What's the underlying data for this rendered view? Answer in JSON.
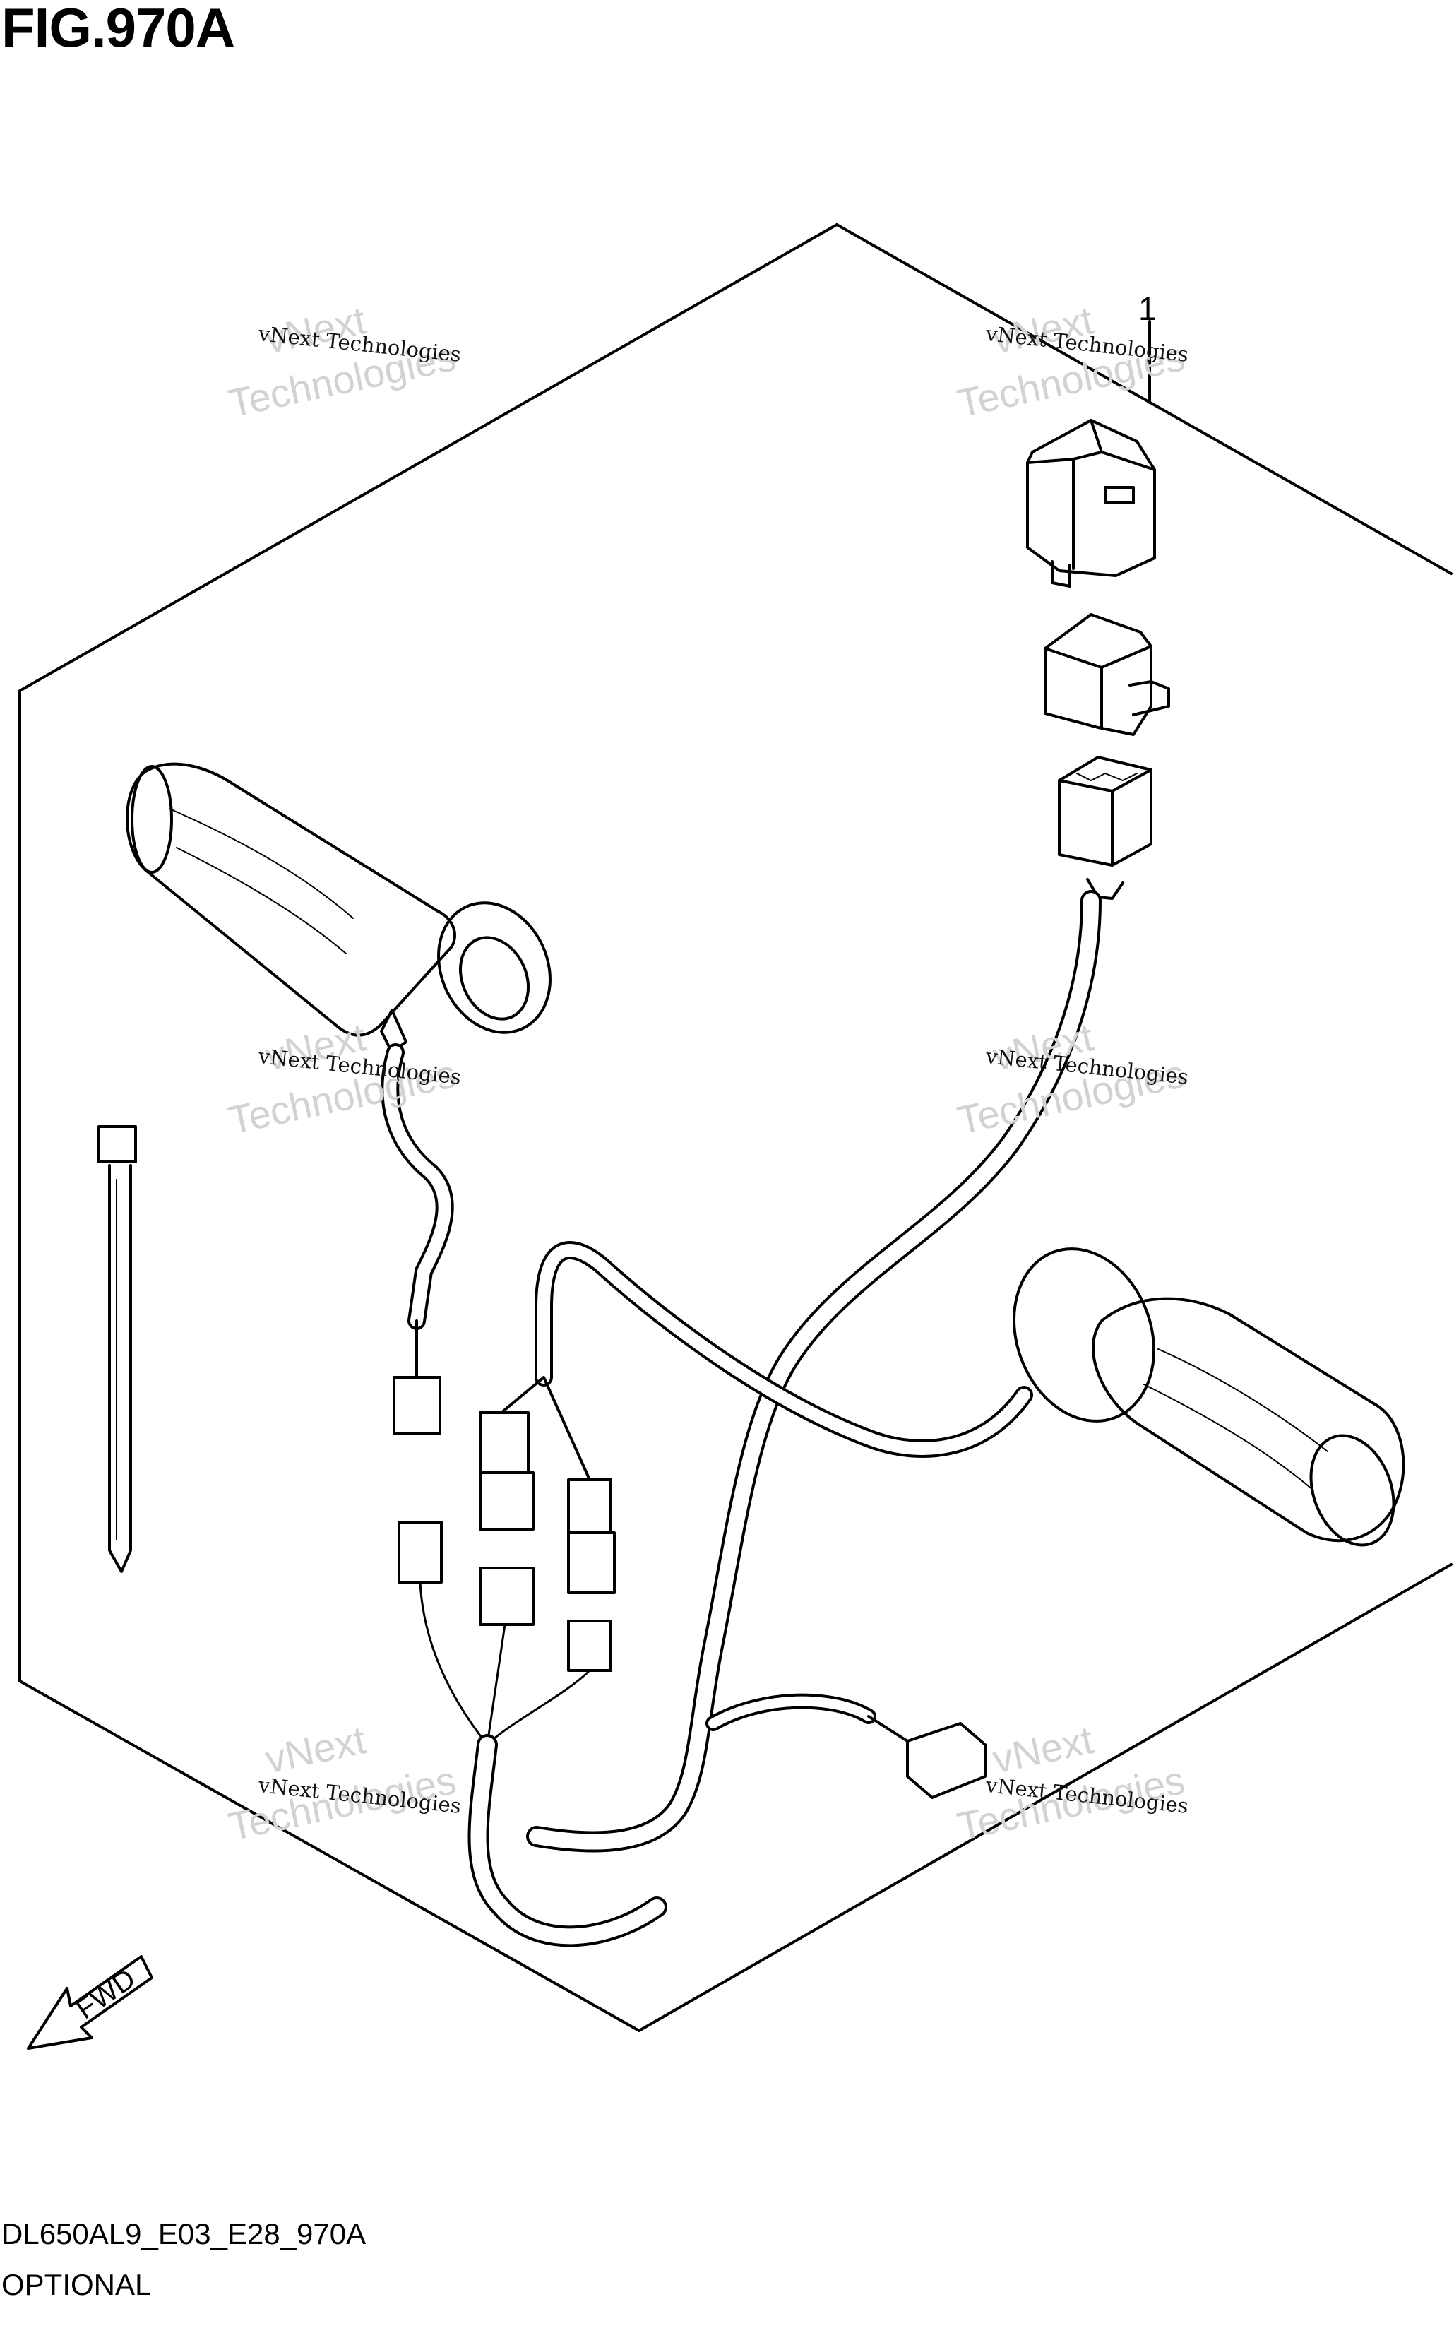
{
  "title": "FIG.970A",
  "callouts": [
    {
      "label": "1"
    }
  ],
  "watermark": {
    "line1": "vNext Technologies",
    "line2": "vNext",
    "line3": "Technologies"
  },
  "footer": {
    "code": "DL650AL9_E03_E28_970A",
    "note": "OPTIONAL"
  },
  "fwd_label": "FWD"
}
